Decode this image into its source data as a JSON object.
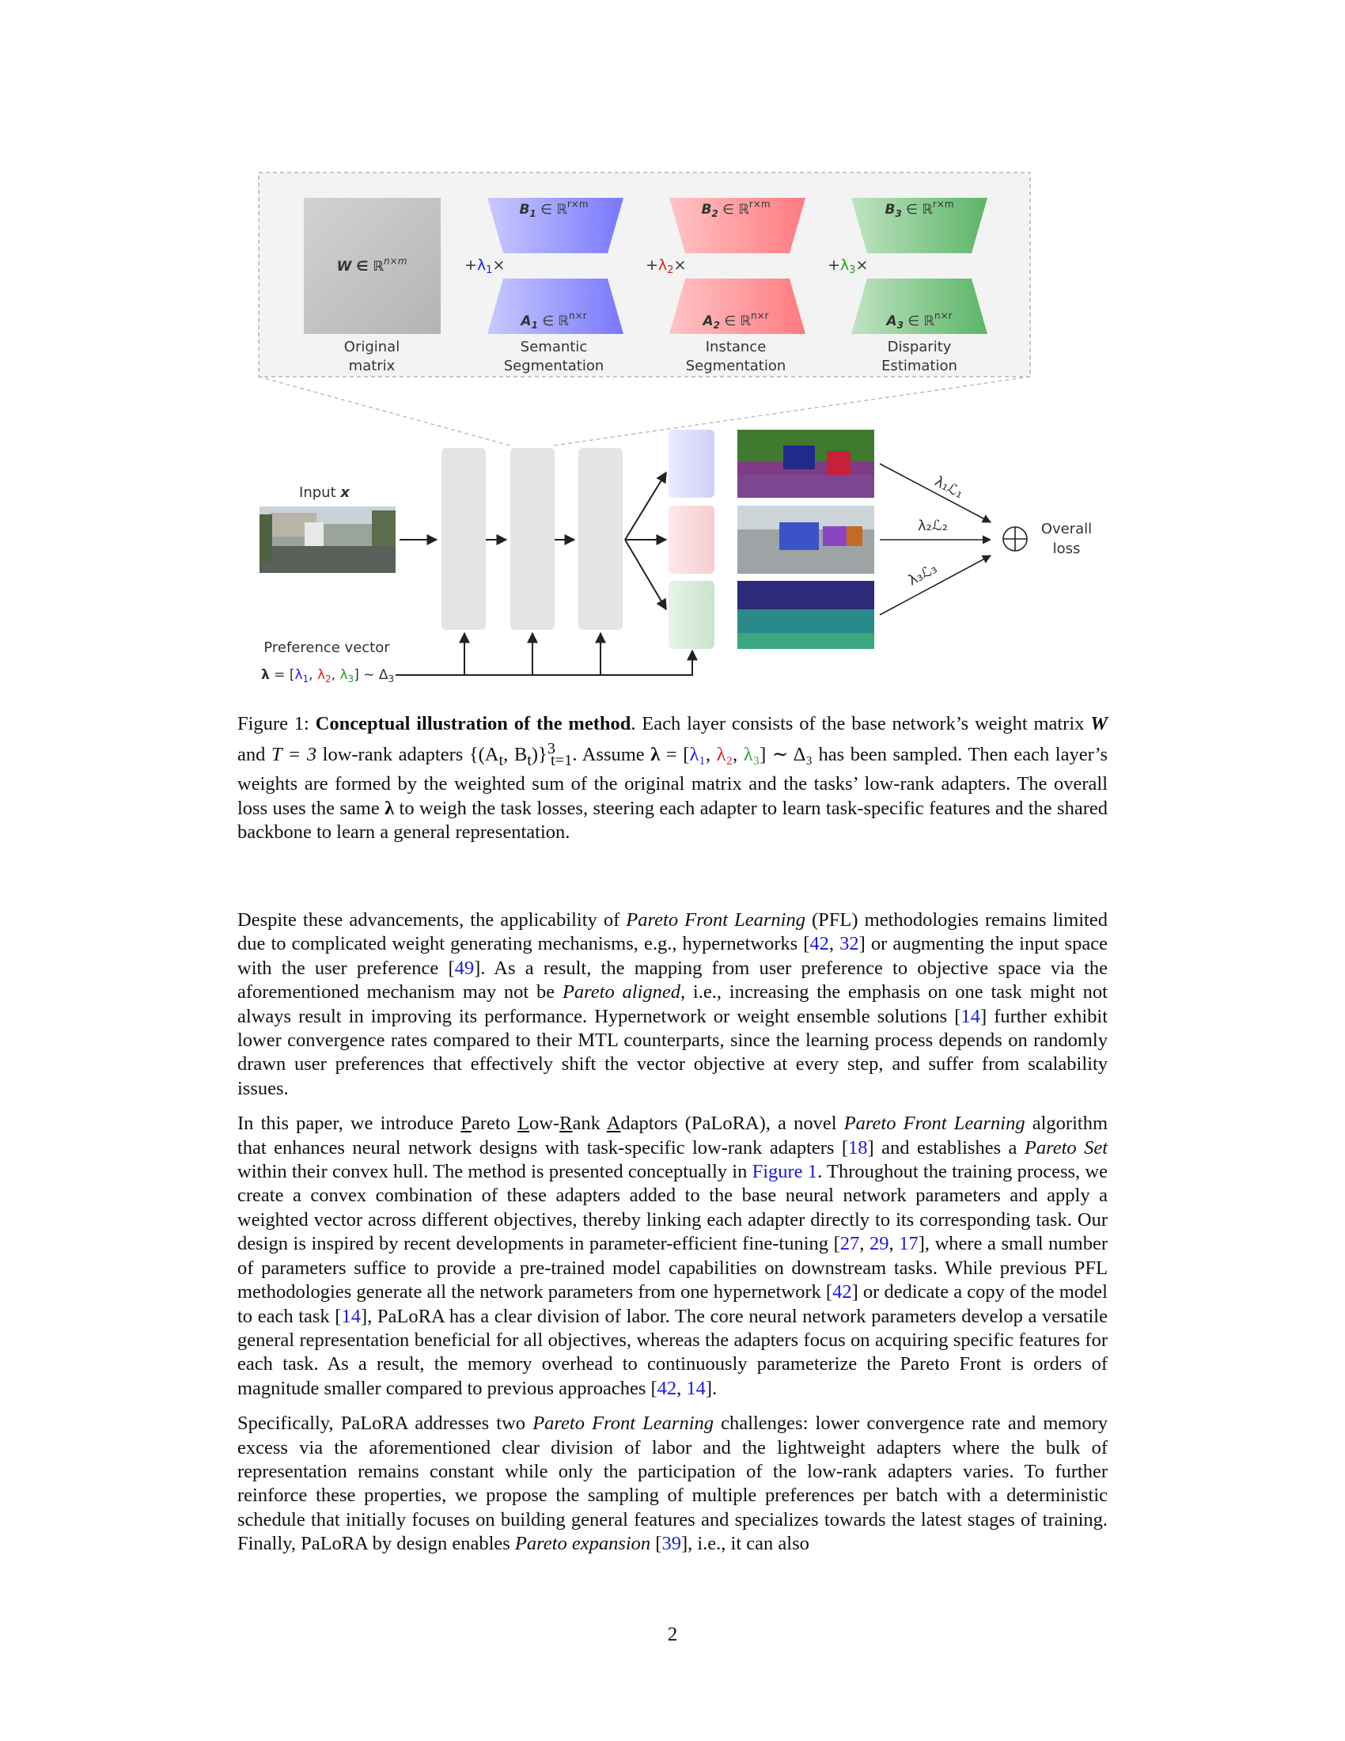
{
  "figure": {
    "weight_label": "W ∈ ℝ",
    "weight_sup": "n×m",
    "original_label": [
      "Original",
      "matrix"
    ],
    "tasks": [
      {
        "name": [
          "Semantic",
          "Segmentation"
        ],
        "B_label": "B",
        "A_label": "A",
        "index": "1",
        "B_sup": "r×m",
        "A_sup": "n×r",
        "lambda": "+λ",
        "color": "#7b7bff"
      },
      {
        "name": [
          "Instance",
          "Segmentation"
        ],
        "B_label": "B",
        "A_label": "A",
        "index": "2",
        "B_sup": "r×m",
        "A_sup": "n×r",
        "lambda": "+λ",
        "color": "#ff7f84"
      },
      {
        "name": [
          "Disparity",
          "Estimation"
        ],
        "B_label": "B",
        "A_label": "A",
        "index": "3",
        "B_sup": "r×m",
        "A_sup": "n×r",
        "lambda": "+λ",
        "color": "#5fb86a"
      }
    ],
    "input_label": "Input x",
    "preference_label": "Preference vector",
    "preference_formula": "λ = [λ₁, λ₂, λ₃] ∼ Δ₃",
    "loss_terms": [
      "λ₁ℒ₁",
      "λ₂ℒ₂",
      "λ₃ℒ₃"
    ],
    "overall_loss": [
      "Overall",
      "loss"
    ]
  },
  "caption": {
    "prefix": "Figure 1: ",
    "bold": "Conceptual illustration of the method",
    "text_1": ". Each layer consists of the base network’s weight matrix ",
    "W": "W",
    "text_2": " and ",
    "T": "T = 3",
    "text_3": " low-rank adapters {(A",
    "text_3b": ", B",
    "text_3c": ")}",
    "set_sup": "3",
    "set_sub": "t=1",
    "text_4": ". Assume ",
    "lam": "λ",
    "text_5": " = [",
    "l1": "λ₁",
    "l2": "λ₂",
    "l3": "λ₃",
    "text_6": "] ∼ Δ₃ has been sampled. Then each layer’s weights are formed by the weighted sum of the original matrix and the tasks’ low-rank adapters. The overall loss uses the same ",
    "text_7": " to weigh the task losses, steering each adapter to learn task-specific features and the shared backbone to learn a general representation."
  },
  "para1": {
    "a": "Despite these advancements, the applicability of ",
    "a_it": "Pareto Front Learning",
    "b": " (PFL) methodologies remains limited due to complicated weight generating mechanisms, e.g., hypernetworks [",
    "c1": "42",
    "c2": "32",
    "d": "] or augmenting the input space with the user preference [",
    "c3": "49",
    "e": "]. As a result, the mapping from user preference to objective space via the aforementioned mechanism may not be ",
    "e_it": "Pareto aligned",
    "f": ", i.e., increasing the emphasis on one task might not always result in improving its performance. Hypernetwork or weight ensemble solutions [",
    "c4": "14",
    "g": "] further exhibit lower convergence rates compared to their MTL counterparts, since the learning process depends on randomly drawn user preferences that effectively shift the vector objective at every step, and suffer from scalability issues."
  },
  "para2": {
    "a": "In this paper, we introduce ",
    "u1": "P",
    "r1": "areto ",
    "u2": "L",
    "r2": "ow-",
    "u3": "R",
    "r3": "ank ",
    "u4": "A",
    "r4": "daptors (PaLoRA), a novel ",
    "it1": "Pareto Front Learning",
    "b": " algorithm that enhances neural network designs with task-specific low-rank adapters [",
    "c1": "18",
    "c": "] and establishes a ",
    "it2": "Pareto Set",
    "d": " within their convex hull. The method is presented conceptually in ",
    "fig": "Figure 1",
    "e": ". Throughout the training process, we create a convex combination of these adapters added to the base neural network parameters and apply a weighted vector across different objectives, thereby linking each adapter directly to its corresponding task. Our design is inspired by recent developments in parameter-efficient fine-tuning [",
    "c2": "27",
    "c3": "29",
    "c4": "17",
    "f": "], where a small number of parameters suffice to provide a pre-trained model capabilities on downstream tasks. While previous PFL methodologies generate all the network parameters from one hypernetwork [",
    "c5": "42",
    "g": "] or dedicate a copy of the model to each task [",
    "c6": "14",
    "h": "], PaLoRA has a clear division of labor. The core neural network parameters develop a versatile general representation beneficial for all objectives, whereas the adapters focus on acquiring specific features for each task. As a result, the memory overhead to continuously parameterize the Pareto Front is orders of magnitude smaller compared to previous approaches [",
    "c7": "42",
    "c8": "14",
    "i": "]."
  },
  "para3": {
    "a": "Specifically, PaLoRA addresses two ",
    "it1": "Pareto Front Learning",
    "b": " challenges: lower convergence rate and memory excess via the aforementioned clear division of labor and the lightweight adapters where the bulk of representation remains constant while only the participation of the low-rank adapters varies. To further reinforce these properties, we propose the sampling of multiple preferences per batch with a deterministic schedule that initially focuses on building general features and specializes towards the latest stages of training. Finally, PaLoRA by design enables ",
    "it2": "Pareto expansion",
    "c": " [",
    "c1": "39",
    "d": "], i.e., it can also"
  },
  "page_number": "2"
}
